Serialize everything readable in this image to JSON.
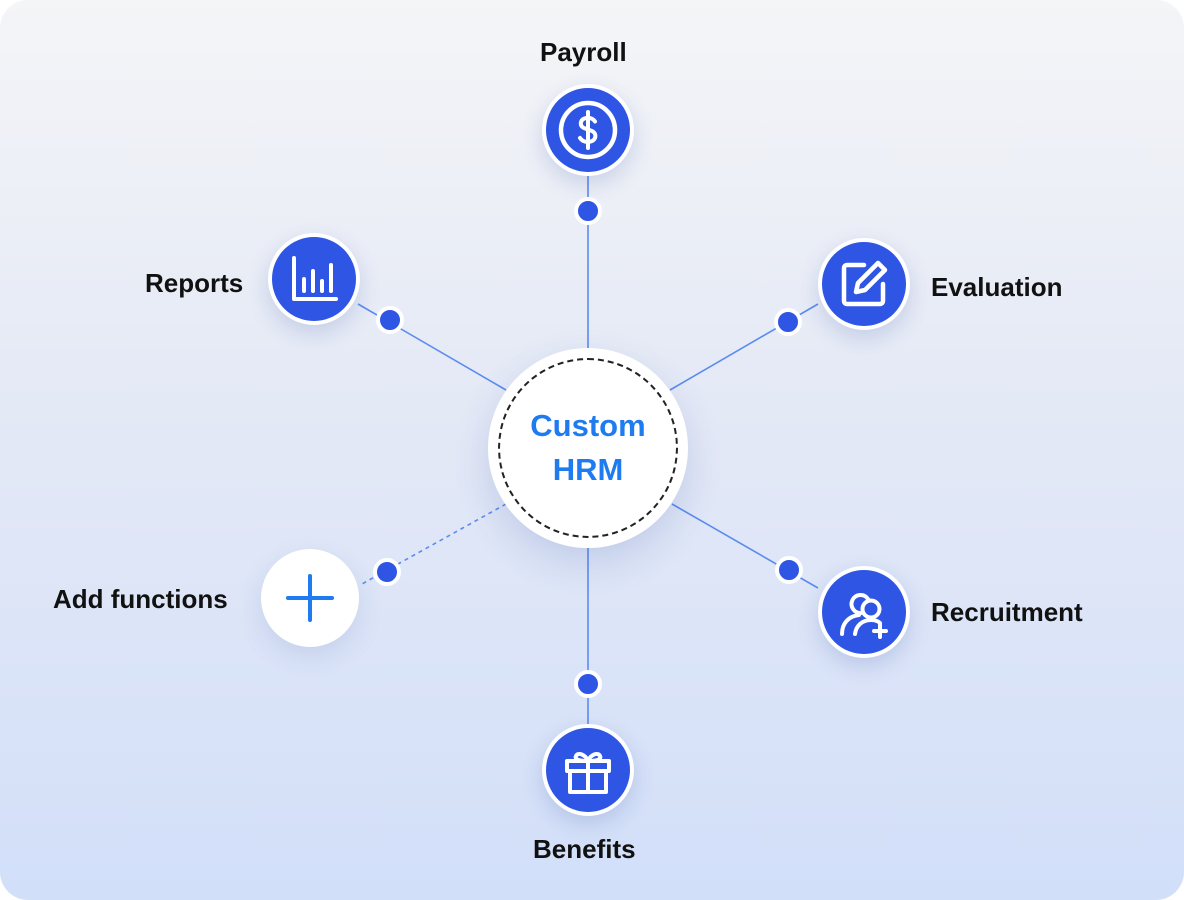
{
  "hub": {
    "line1": "Custom",
    "line2": "HRM"
  },
  "nodes": {
    "payroll": {
      "label": "Payroll",
      "icon": "dollar-circle-icon"
    },
    "evaluation": {
      "label": "Evaluation",
      "icon": "edit-square-icon"
    },
    "recruitment": {
      "label": "Recruitment",
      "icon": "user-add-icon"
    },
    "benefits": {
      "label": "Benefits",
      "icon": "gift-icon"
    },
    "add_functions": {
      "label": "Add functions",
      "icon": "plus-icon"
    },
    "reports": {
      "label": "Reports",
      "icon": "bar-chart-icon"
    }
  },
  "colors": {
    "node_fill": "#2f55e4",
    "hub_text": "#1f7cf0",
    "connector": "#5b8cf0",
    "label_text": "#111111"
  }
}
